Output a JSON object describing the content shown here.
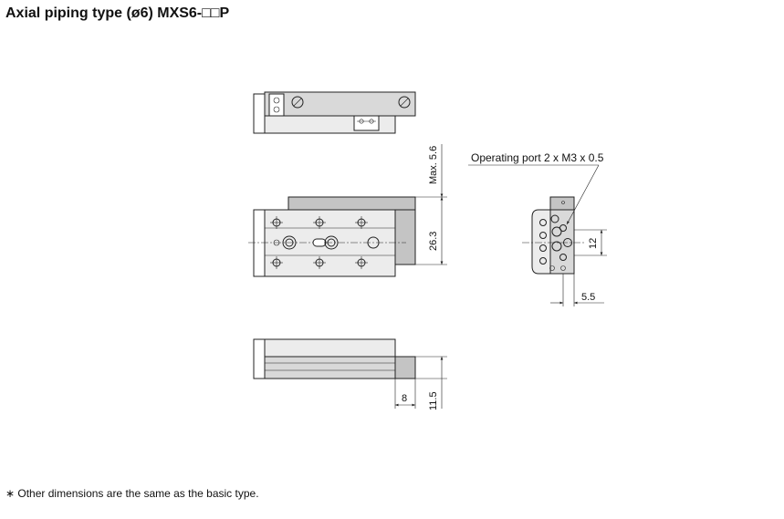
{
  "title": "Axial piping type (ø6) MXS6-□□P",
  "note": "∗ Other dimensions are the same as the basic type.",
  "dimensions": {
    "max_stroke_adjust": "Max. 5.6",
    "height": "26.3",
    "port_spacing": "12",
    "port_offset": "5.5",
    "side_width": "8",
    "side_height": "11.5"
  },
  "callout": {
    "operating_port": "Operating port 2 x M3 x 0.5"
  }
}
